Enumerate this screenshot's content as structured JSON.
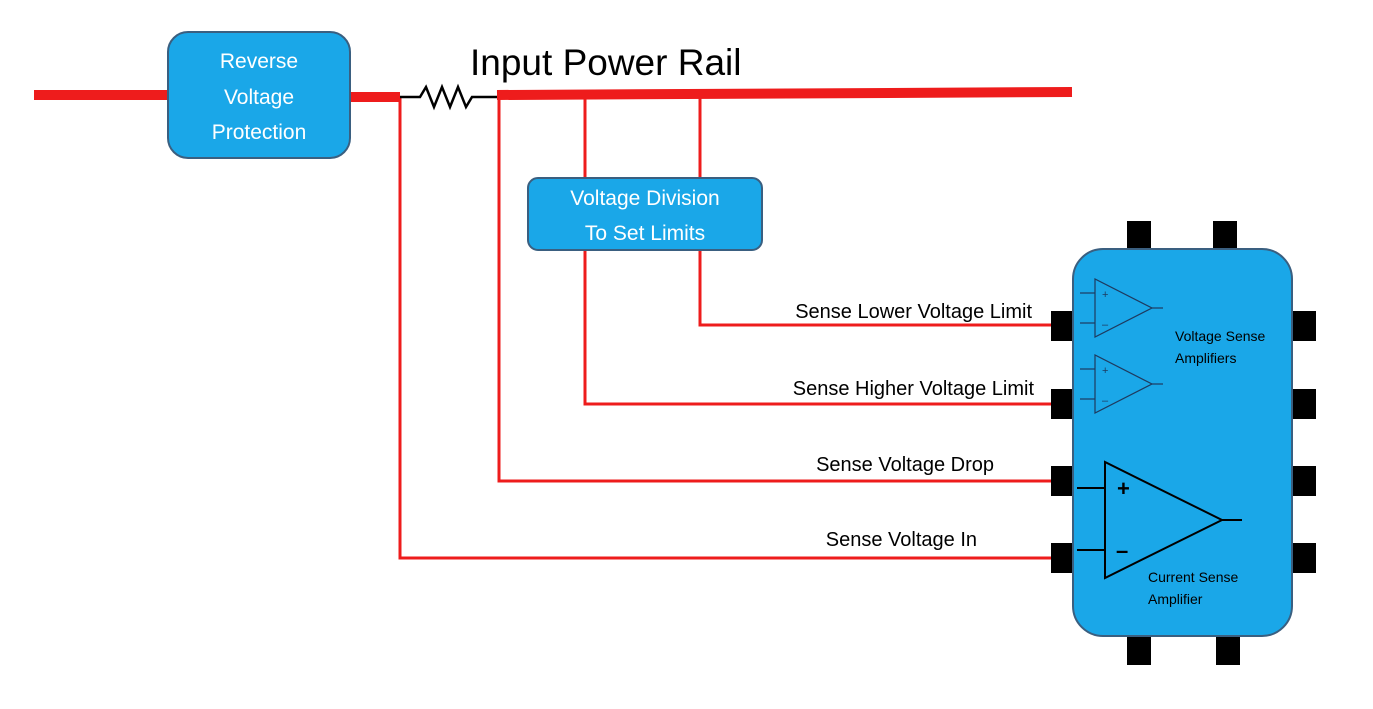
{
  "title": "Input Power Rail",
  "blocks": {
    "reverse_voltage": [
      "Reverse",
      "Voltage",
      "Protection"
    ],
    "voltage_division": [
      "Voltage Division",
      "To Set Limits"
    ]
  },
  "signals": {
    "lower_limit": "Sense Lower Voltage Limit",
    "higher_limit": "Sense Higher Voltage Limit",
    "voltage_drop": "Sense Voltage Drop",
    "voltage_in": "Sense Voltage In"
  },
  "chip": {
    "voltage_amps": [
      "Voltage Sense",
      "Amplifiers"
    ],
    "current_amp": [
      "Current Sense",
      "Amplifier"
    ],
    "plus": "+",
    "minus": "–"
  },
  "colors": {
    "rail": "#ee1c1c",
    "block_fill": "#1aa7e8",
    "block_stroke": "#3a5f80",
    "pin": "#000000"
  }
}
